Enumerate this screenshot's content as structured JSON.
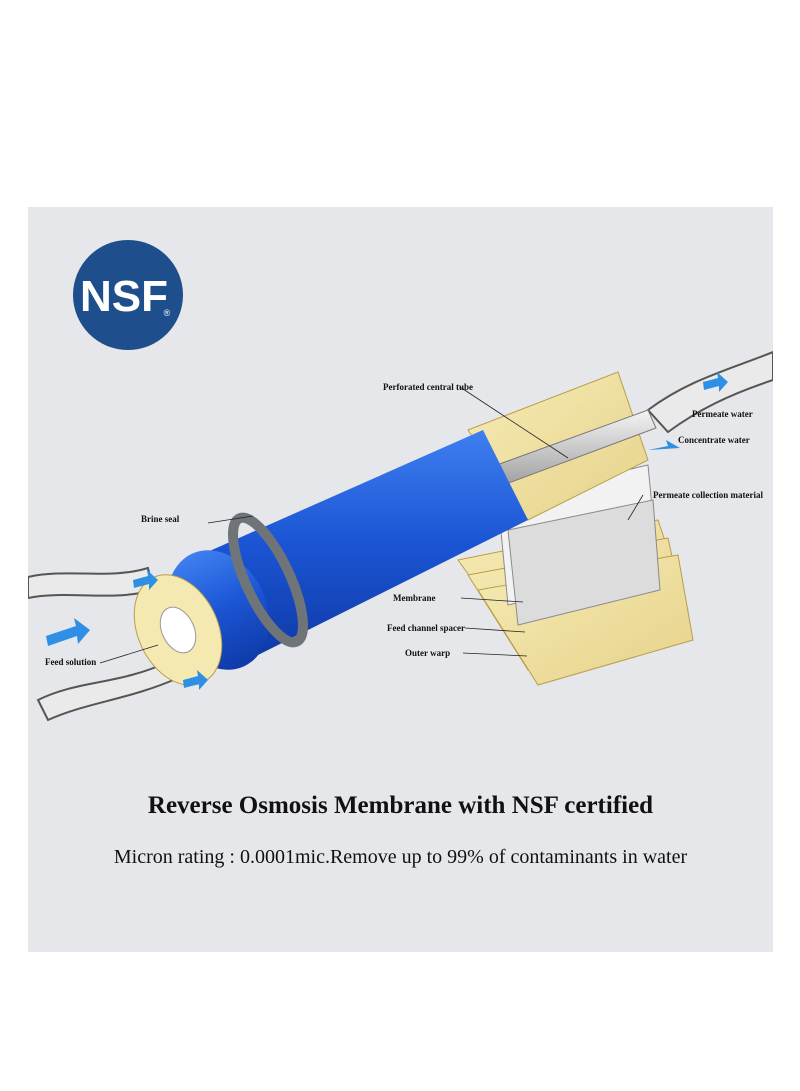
{
  "logo": {
    "text": "NSF",
    "mark": "®",
    "color": "#1f4e8c"
  },
  "labels": {
    "perforated_tube": "Perforated central tube",
    "permeate_water": "Permeate water",
    "concentrate_water": "Concentrate water",
    "permeate_collection": "Permeate collection material",
    "brine_seal": "Brine seal",
    "membrane": "Membrane",
    "feed_spacer": "Feed channel spacer",
    "outer_warp": "Outer warp",
    "feed_solution": "Feed solution"
  },
  "headline": "Reverse Osmosis Membrane with NSF certified",
  "subline": "Micron rating : 0.0001mic.Remove up to 99% of contaminants in water",
  "colors": {
    "panel": "#e6e7eb",
    "membrane_blue": "#1f5fd6",
    "layer_yellow": "#f3e6a8",
    "arrow_blue": "#2f8fe6"
  }
}
